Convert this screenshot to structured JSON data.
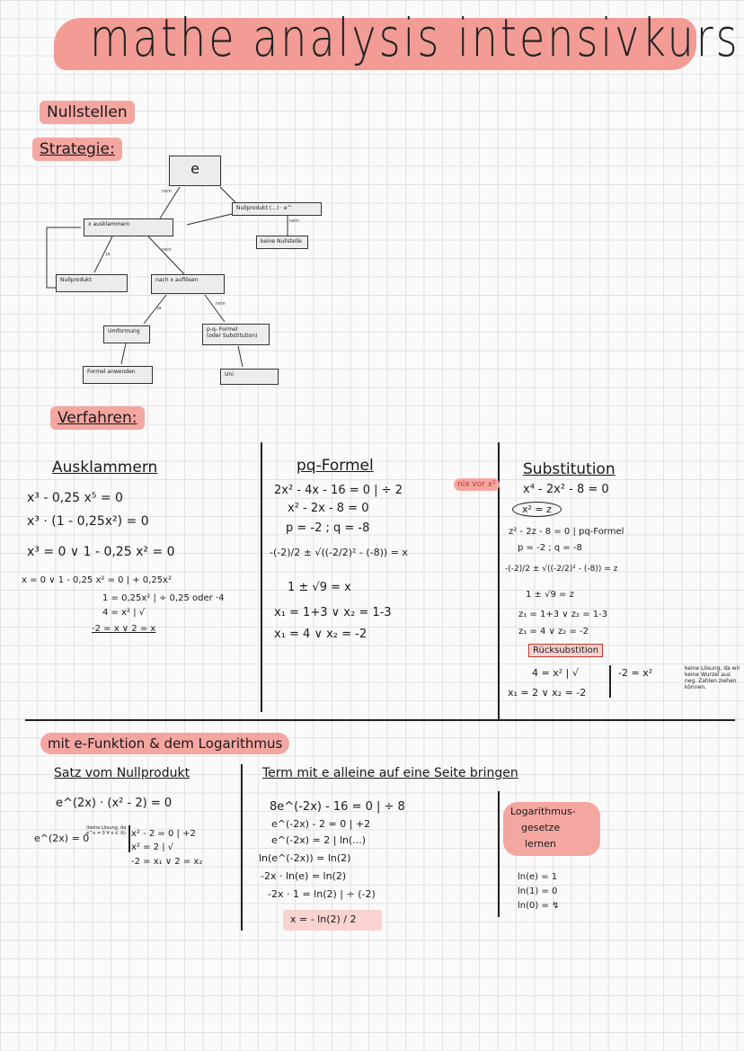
{
  "title": "mathe analysis intensivkurs",
  "sections": {
    "nullstellen": "Nullstellen",
    "strategie": "Strategie:",
    "verfahren": "Verfahren:",
    "efunktion": "mit e-Funktion & dem Logarithmus"
  },
  "flowchart": {
    "nodes": {
      "e": "e",
      "x_ausklammern": "x ausklammern",
      "nullprodukt_e": "Nullprodukt (...) · e^",
      "keine_nullstelle": "keine Nullstelle",
      "nullprodukt": "Nullprodukt",
      "nach_x_aufloesen": "nach x auflösen",
      "umformung": "Umformung",
      "pq_formel_line1": "p-q- Formel",
      "pq_formel_line2": "(oder Substitution)",
      "formel_anwenden": "Formel anwenden",
      "uni": "Uni"
    },
    "labels": {
      "nein": "nein",
      "ja": "ja"
    }
  },
  "ausklammern": {
    "heading": "Ausklammern",
    "lines": [
      "x³ - 0,25 x⁵ = 0",
      "x³ · (1 - 0,25x²) = 0",
      "x³ = 0 ∨ 1 - 0,25 x² = 0",
      "x = 0  ∨  1 - 0,25 x² = 0  | + 0,25x²",
      "1 = 0,25x²  | ÷ 0,25 oder ·4",
      "4 = x²  | √",
      "-2 = x ∨ 2 = x"
    ]
  },
  "pqformel": {
    "heading": "pq-Formel",
    "lines": [
      "2x² - 4x - 16 = 0  | ÷ 2",
      "x² - 2x - 8 = 0",
      "p = -2 ;  q = -8",
      "-(-2)/2 ± √((-2/2)² - (-8)) = x",
      "1 ± √9 = x",
      "x₁ = 1+3  ∨  x₂ = 1-3",
      "x₁ = 4  ∨  x₂ = -2"
    ],
    "note": "nix vor x²"
  },
  "substitution": {
    "heading": "Substitution",
    "lines": [
      "x⁴ - 2x² - 8 = 0",
      "x² = z",
      "z² - 2z - 8 = 0  | pq-Formel",
      "p = -2 ;  q = -8",
      "-(-2)/2 ± √((-2/2)² - (-8)) = z",
      "1 ± √9 = z",
      "z₁ = 1+3  ∨  z₂ = 1-3",
      "z₁ = 4  ∨  z₂ = -2"
    ],
    "ruecksub": "Rücksubstition",
    "final_left": [
      "4 = x²  | √",
      "x₁ = 2 ∨ x₂ = -2"
    ],
    "final_right": "-2 = x²",
    "side_note": "keine Lösung, da wir keine Wurzel aus neg. Zahlen ziehen können."
  },
  "nullprodukt_satz": {
    "heading": "Satz vom Nullprodukt",
    "line1": "e^(2x) · (x² - 2) = 0",
    "line2": "e^(2x) = 0",
    "line2_note": "(keine Lösung, da e^x ≠ 0 ∀ x ∈ ℝ)",
    "right_lines": [
      "x² - 2 = 0  | +2",
      "x² = 2  | √",
      "-2 = x₁ ∨ 2 = x₂"
    ]
  },
  "term_e": {
    "heading": "Term mit e alleine auf eine Seite bringen",
    "lines": [
      "8e^(-2x) - 16 = 0  | ÷ 8",
      "e^(-2x) - 2 = 0  | +2",
      "e^(-2x) = 2  | ln(...)",
      "ln(e^(-2x)) = ln(2)",
      "-2x · ln(e) = ln(2)",
      "-2x · 1 = ln(2)  | ÷ (-2)",
      "x = - ln(2) / 2"
    ]
  },
  "log_gesetze": {
    "heading_lines": [
      "Logarithmus-",
      "gesetze",
      "lernen"
    ],
    "lines": [
      "ln(e) = 1",
      "ln(1) = 0",
      "ln(0) = ↯"
    ]
  }
}
